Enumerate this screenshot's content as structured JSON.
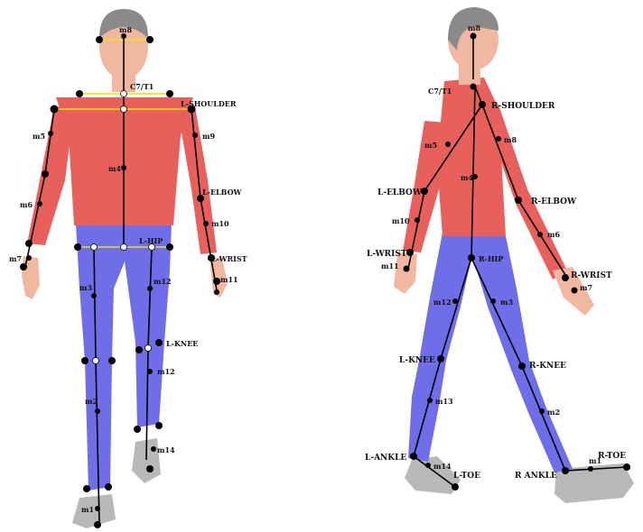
{
  "colors": {
    "torso": "#e8605c",
    "legs": "#6e6ee8",
    "skin": "#f0b8a0",
    "hair": "#8a8a8a",
    "shoe": "#b8b8b8",
    "bone": "#000000",
    "shoulder_line": "#f0e000"
  },
  "front_view": {
    "labels": {
      "head": "m8",
      "c7": "C7/T1",
      "shoulder": "L-SHOULDER",
      "m5": "m5",
      "m9": "m9",
      "m4": "m4",
      "elbow": "L-ELBOW",
      "m6": "m6",
      "m10": "m10",
      "m7": "m7",
      "hip": "L-HIP",
      "wrist": "L-WRIST",
      "m3": "m3",
      "m12a": "m12",
      "m11": "m11",
      "knee": "L-KNEE",
      "m12b": "m12",
      "m2": "m2",
      "m14": "m14",
      "m1": "m1"
    }
  },
  "side_view": {
    "labels": {
      "head": "m8",
      "c7": "C7/T1",
      "shoulder": "R-SHOULDER",
      "m5": "m5",
      "m8b": "m8",
      "m4": "m4",
      "l_elbow": "L-ELBOW",
      "r_elbow": "R-ELBOW",
      "m10": "m10",
      "m6": "m6",
      "l_wrist": "L-WRIST",
      "m11": "m11",
      "hip": "R-HIP",
      "r_wrist": "R-WRIST",
      "m7": "m7",
      "m12": "m12",
      "m3": "m3",
      "l_knee": "L-KNEE",
      "r_knee": "R-KNEE",
      "m13": "m13",
      "m2": "m2",
      "l_ankle": "L-ANKLE",
      "m14": "m14",
      "l_toe": "L-TOE",
      "r_ankle": "R ANKLE",
      "m1": "m1",
      "r_toe": "R-TOE"
    }
  }
}
